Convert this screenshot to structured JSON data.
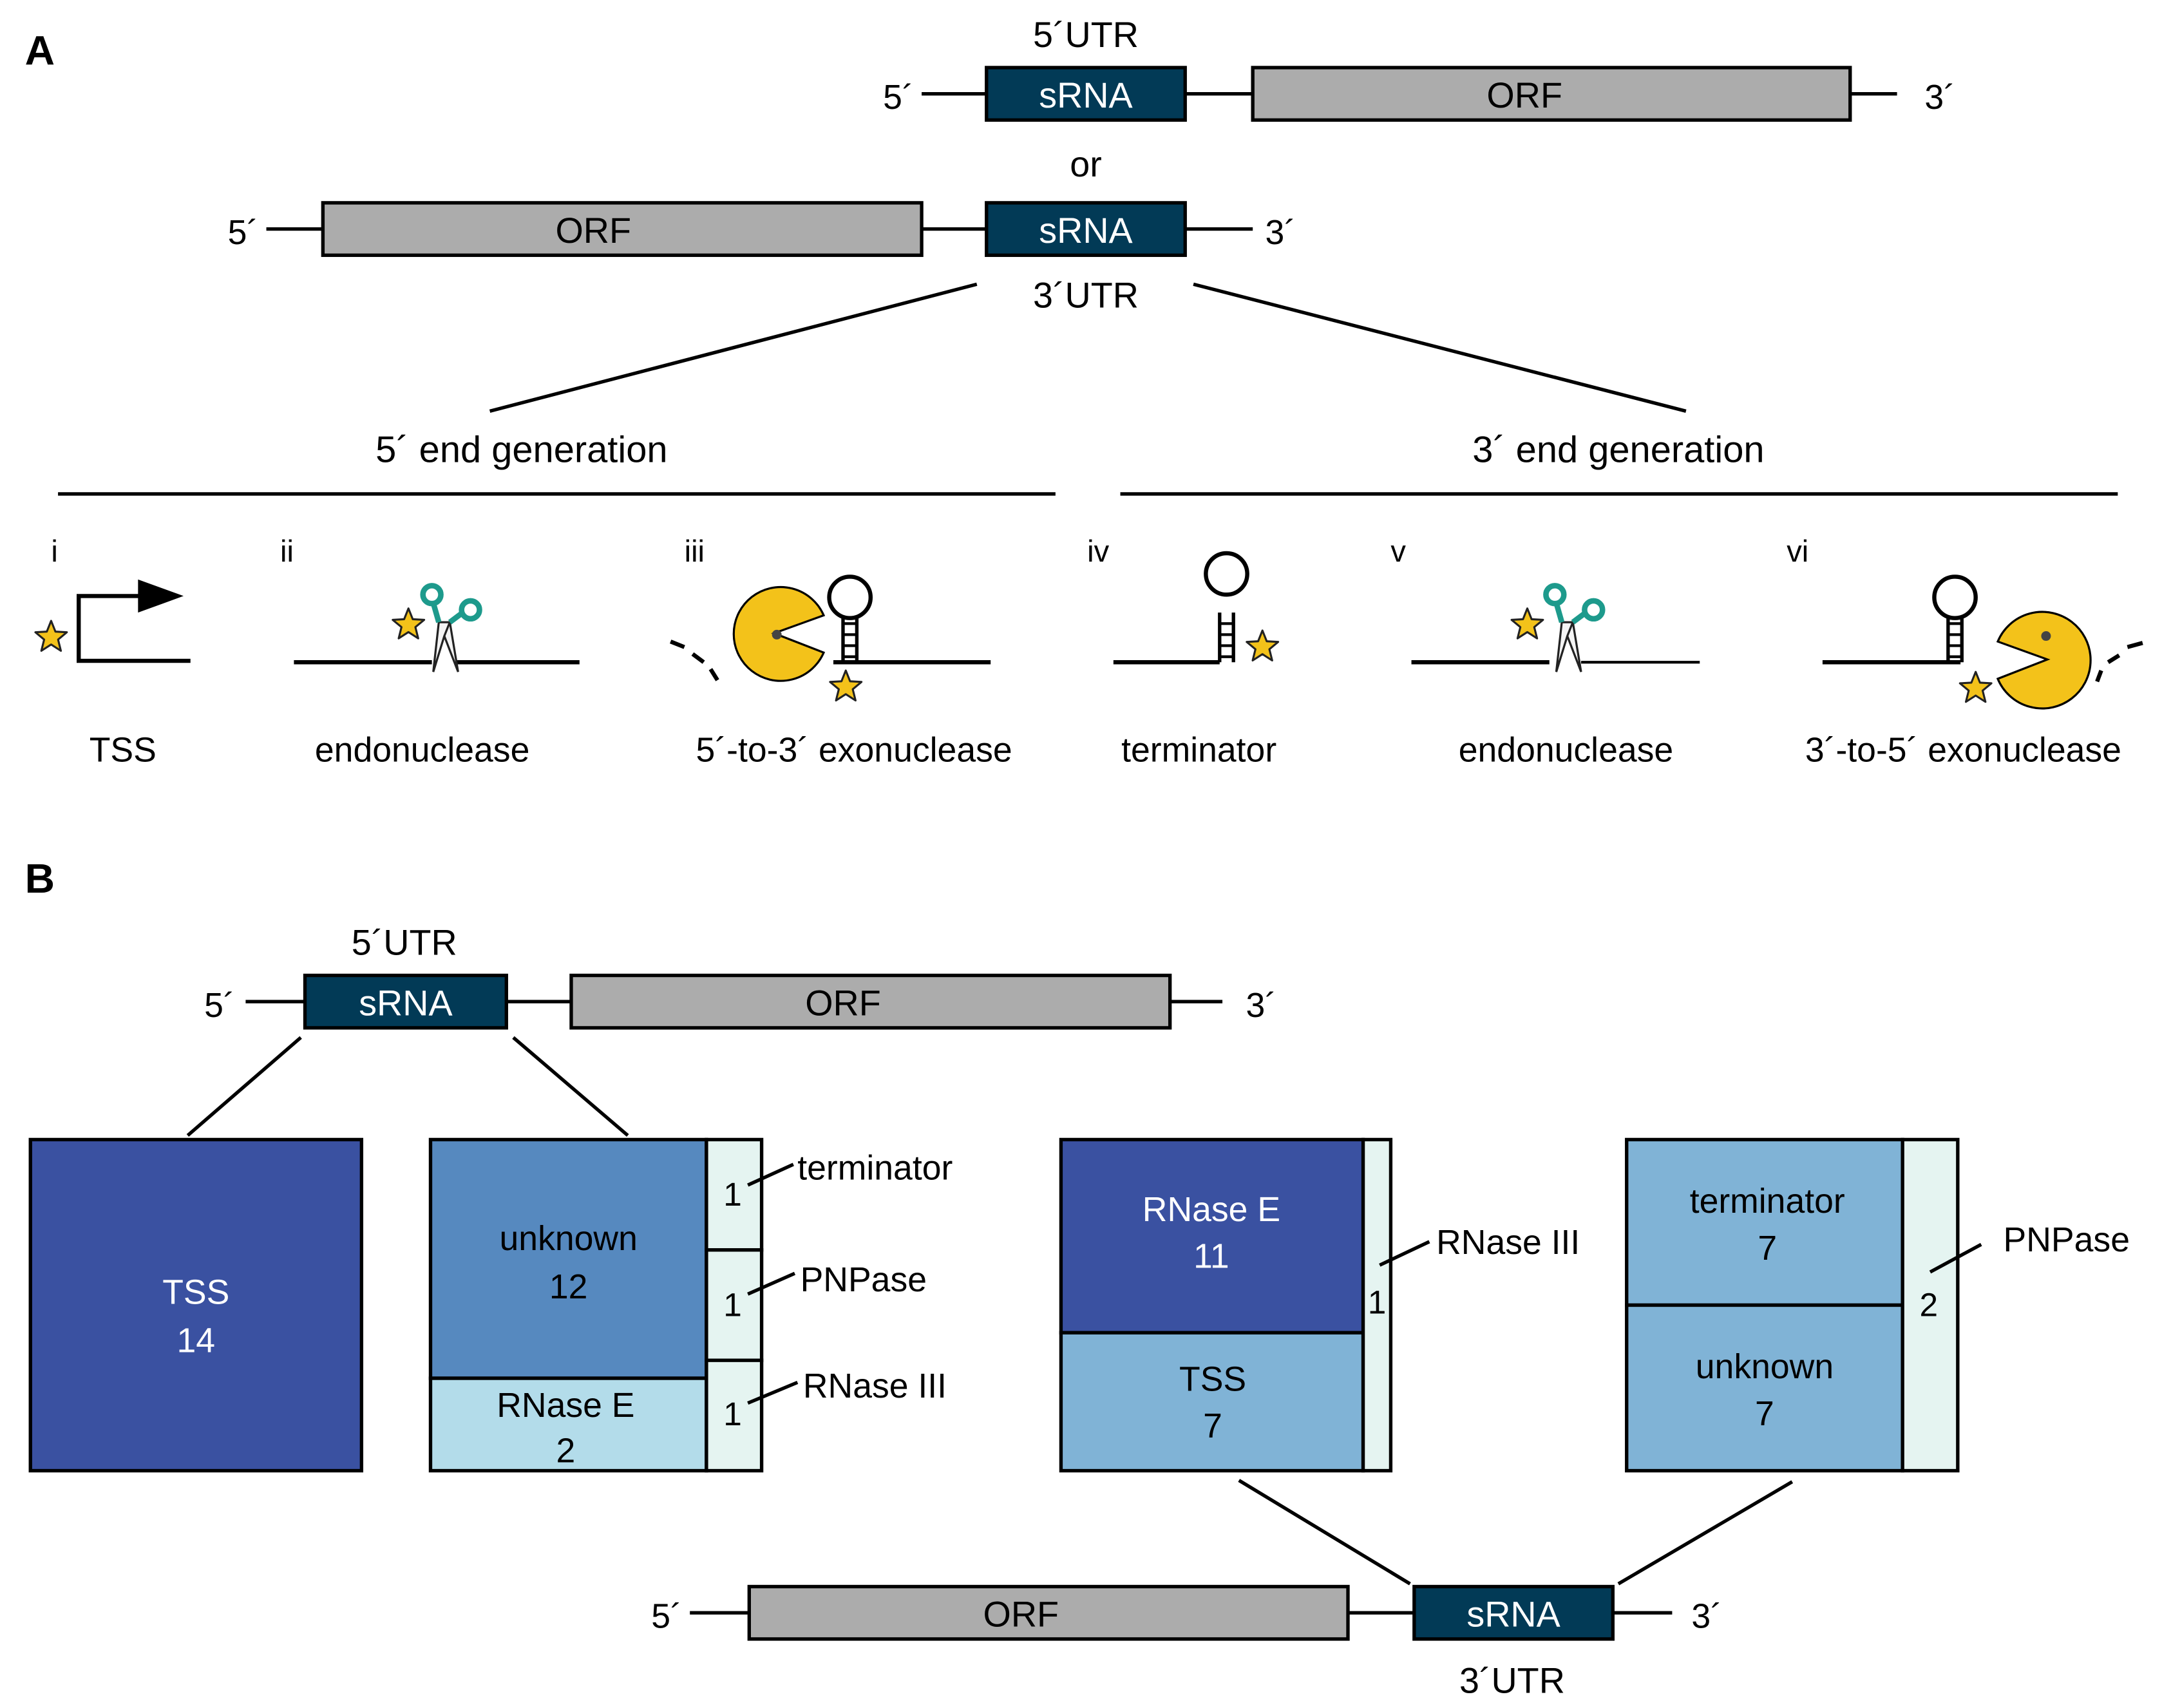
{
  "colors": {
    "srna_fill": "#023a56",
    "orf_fill": "#acacac",
    "tss_fill": "#3a51a1",
    "unknown_fill": "#5689bf",
    "rnase_light_fill": "#b3dcea",
    "mid_blue_fill": "#80b3d6",
    "thin_fill": "#e5f4f1",
    "star_fill": "#f3c21a",
    "pacman_fill": "#f3c21a",
    "scissor_blade": "#1d9a8c"
  },
  "panel_a": {
    "label": "A",
    "or_text": "or",
    "top_construct": {
      "utr_label": "5´UTR",
      "five_prime": "5´",
      "three_prime": "3´",
      "srna": "sRNA",
      "orf": "ORF"
    },
    "bottom_construct": {
      "utr_label": "3´UTR",
      "five_prime": "5´",
      "three_prime": "3´",
      "srna": "sRNA",
      "orf": "ORF"
    },
    "five_end_heading": "5´ end generation",
    "three_end_heading": "3´ end generation",
    "mechanisms": [
      {
        "numeral": "i",
        "caption": "TSS",
        "icon": "promoter-arrow"
      },
      {
        "numeral": "ii",
        "caption": "endonuclease",
        "icon": "scissors"
      },
      {
        "numeral": "iii",
        "caption": "5´-to-3´ exonuclease",
        "icon": "pacman-hairpin"
      },
      {
        "numeral": "iv",
        "caption": "terminator",
        "icon": "hairpin"
      },
      {
        "numeral": "v",
        "caption": "endonuclease",
        "icon": "scissors"
      },
      {
        "numeral": "vi",
        "caption": "3´-to-5´ exonuclease",
        "icon": "hairpin-pacman"
      }
    ]
  },
  "panel_b": {
    "label": "B",
    "top_construct": {
      "utr_label": "5´UTR",
      "five_prime": "5´",
      "three_prime": "3´",
      "srna": "sRNA",
      "orf": "ORF"
    },
    "bottom_construct": {
      "utr_label": "3´UTR",
      "five_prime": "5´",
      "three_prime": "3´",
      "srna": "sRNA",
      "orf": "ORF"
    },
    "utr5_five_end": {
      "tss": {
        "name": "TSS",
        "count": "14"
      }
    },
    "utr5_three_end": {
      "unknown": {
        "name": "unknown",
        "count": "12"
      },
      "rnase_e": {
        "name": "RNase E",
        "count": "2"
      },
      "terminator": {
        "name": "terminator",
        "count": "1"
      },
      "pnpase": {
        "name": "PNPase",
        "count": "1"
      },
      "rnase_iii": {
        "name": "RNase III",
        "count": "1"
      }
    },
    "utr3_five_end": {
      "rnase_e": {
        "name": "RNase E",
        "count": "11"
      },
      "tss": {
        "name": "TSS",
        "count": "7"
      },
      "rnase_iii": {
        "name": "RNase III",
        "count": "1"
      }
    },
    "utr3_three_end": {
      "terminator": {
        "name": "terminator",
        "count": "7"
      },
      "unknown": {
        "name": "unknown",
        "count": "7"
      },
      "pnpase": {
        "name": "PNPase",
        "count": "2"
      }
    }
  }
}
